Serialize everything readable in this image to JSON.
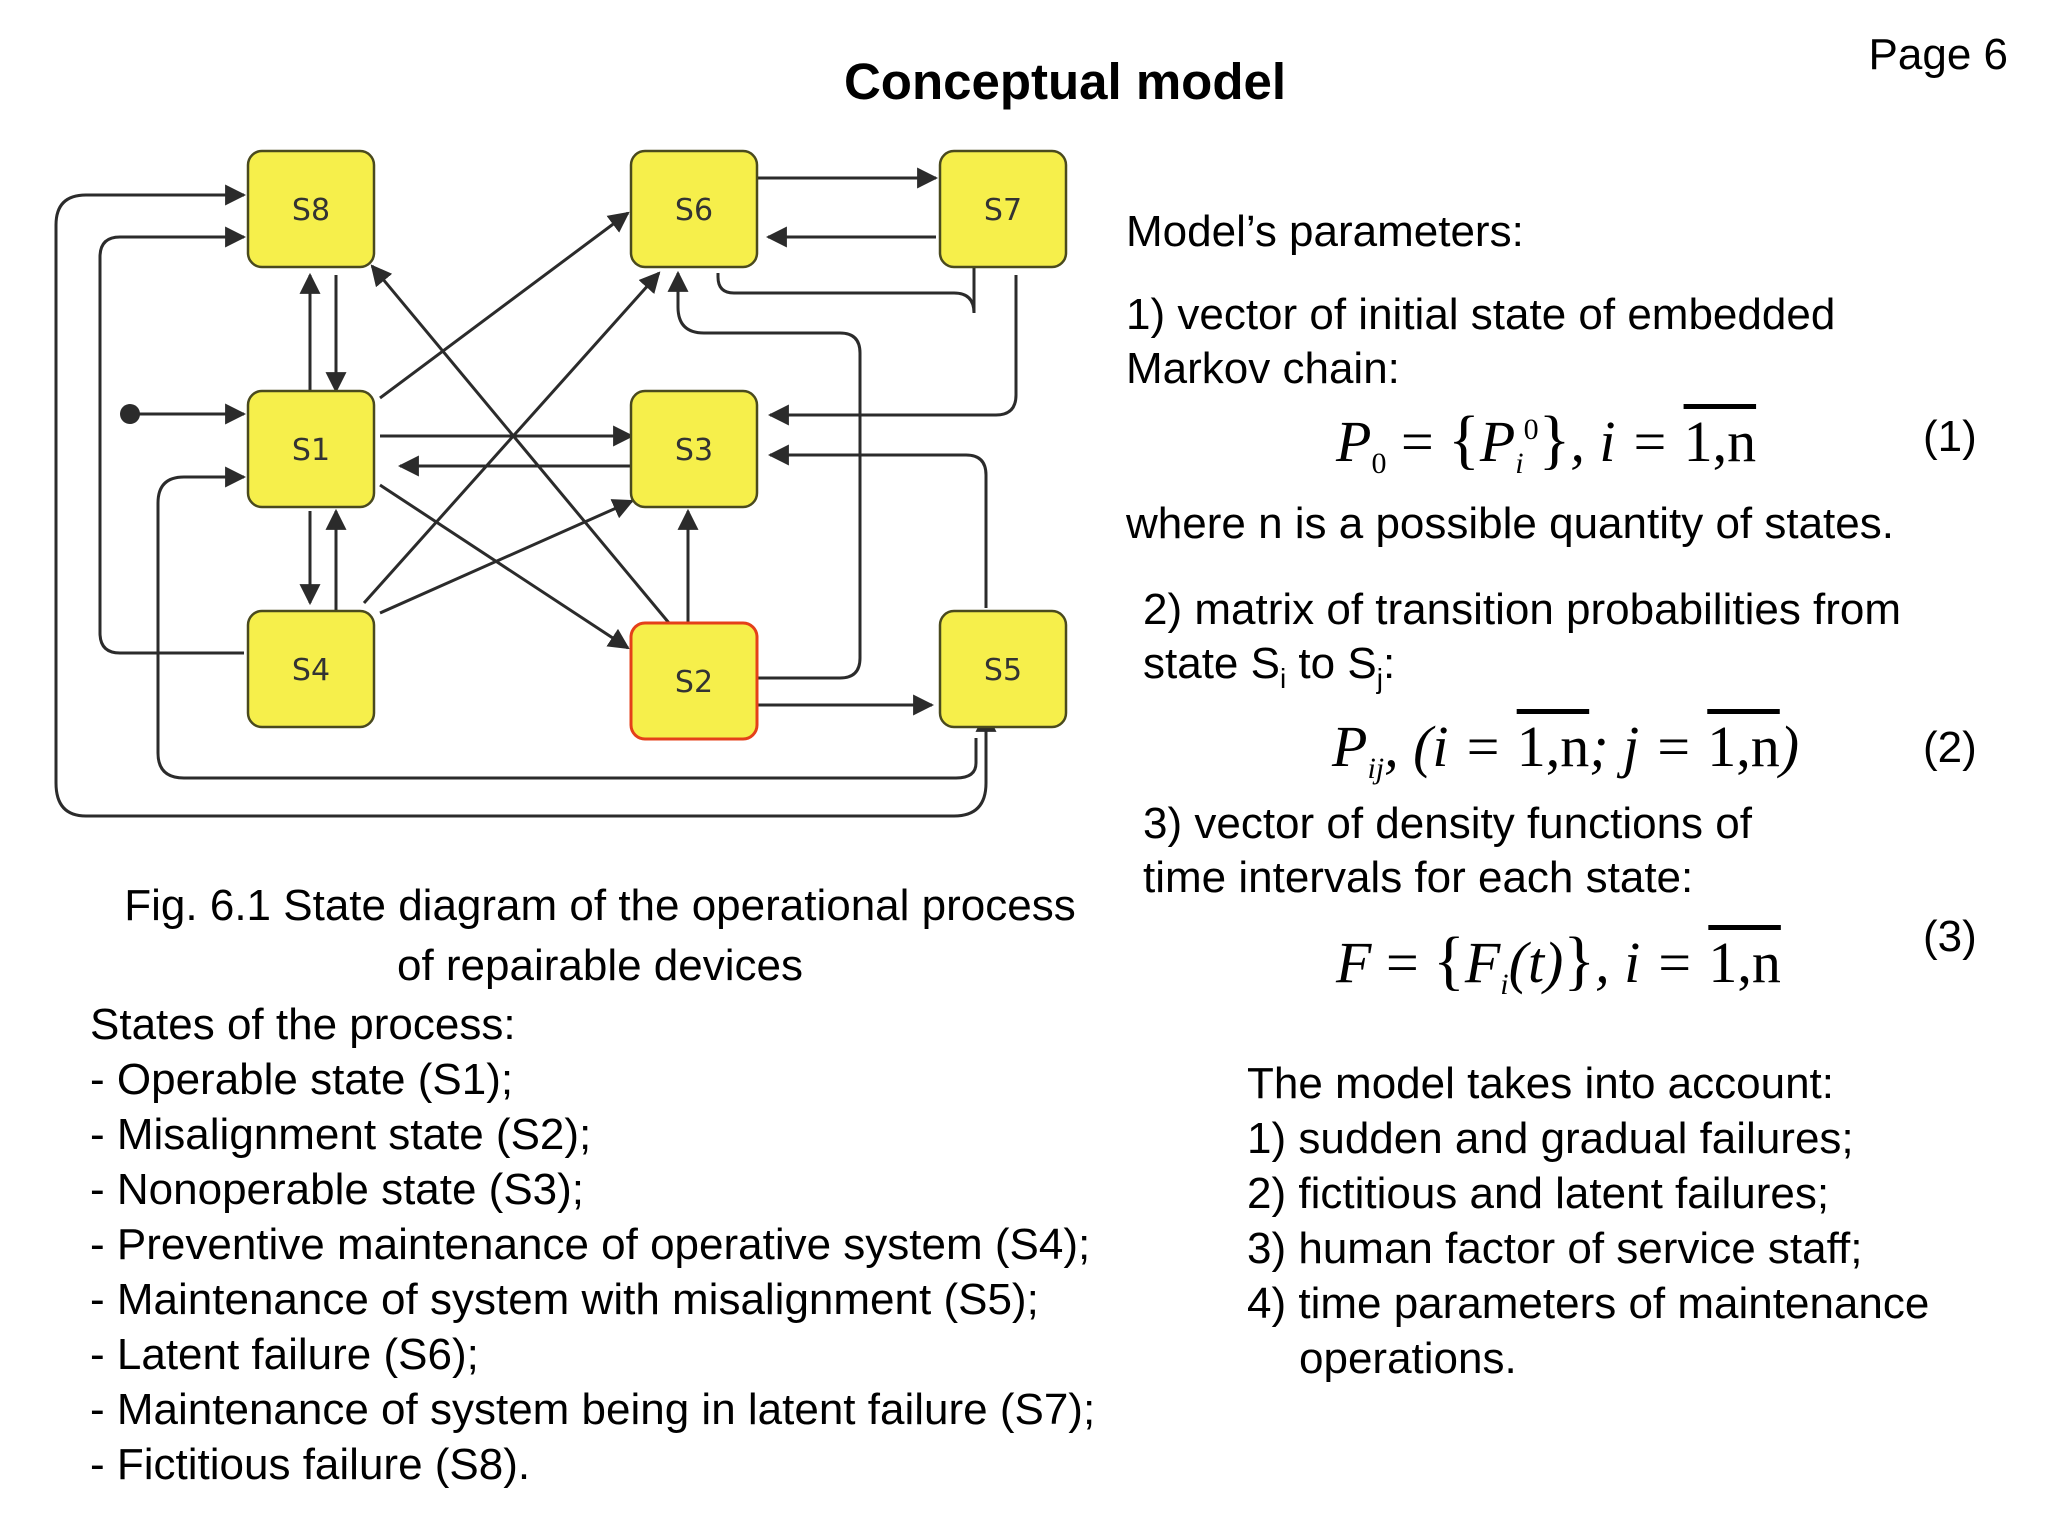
{
  "title": "Conceptual model",
  "page": "Page 6",
  "diagram": {
    "nodes": [
      "S8",
      "S6",
      "S7",
      "S1",
      "S3",
      "S4",
      "S2",
      "S5"
    ],
    "highlighted_node": "S2",
    "colors": {
      "node_fill": "#f6ef4b",
      "node_stroke": "#4a4a1e",
      "highlight_stroke": "#e4401a",
      "edge": "#2b2b2b"
    }
  },
  "caption": {
    "line1": "Fig. 6.1 State diagram of the operational process",
    "line2": "of repairable devices"
  },
  "states": {
    "heading": "States of the process:",
    "items": [
      "- Operable state (S1);",
      "- Misalignment state (S2);",
      "- Nonoperable state (S3);",
      "- Preventive maintenance of operative system (S4);",
      "- Maintenance of system with misalignment (S5);",
      "- Latent failure (S6);",
      "- Maintenance of system being in latent failure (S7);",
      "- Fictitious failure (S8)."
    ]
  },
  "params": {
    "heading": "Model’s parameters:",
    "p1_line1": "1)   vector of initial state of embedded",
    "p1_line2": "Markov chain:",
    "eq1_number": "(1)",
    "where": "where n is a possible quantity of states.",
    "p2_line1": "2) matrix of transition probabilities from",
    "p2_state": "state S",
    "p2_sub_i": "i",
    "p2_to": " to S",
    "p2_sub_j": "j",
    "p2_colon": ":",
    "eq2_number": "(2)",
    "p3_line1": "3) vector of density functions of",
    "p3_line2": "time intervals for each state:",
    "eq3_number": "(3)"
  },
  "formulas": {
    "P": "P",
    "zero": "0",
    "eq": " = ",
    "lbrace": "{",
    "rbrace": "}",
    "i_eq": ", i = ",
    "one_n": "1,n",
    "ij": "ij",
    "f2_open": ", (i = ",
    "f2_semi": "; j = ",
    "close": ")",
    "F": "F",
    "Fi": "F",
    "i": "i",
    "t": "(t)"
  },
  "accounts": {
    "heading": "The model takes into account:",
    "items": [
      "1) sudden and gradual failures;",
      "2) fictitious and latent failures;",
      "3) human factor of service staff;",
      "4) time parameters of  maintenance"
    ],
    "continuation": "operations."
  }
}
